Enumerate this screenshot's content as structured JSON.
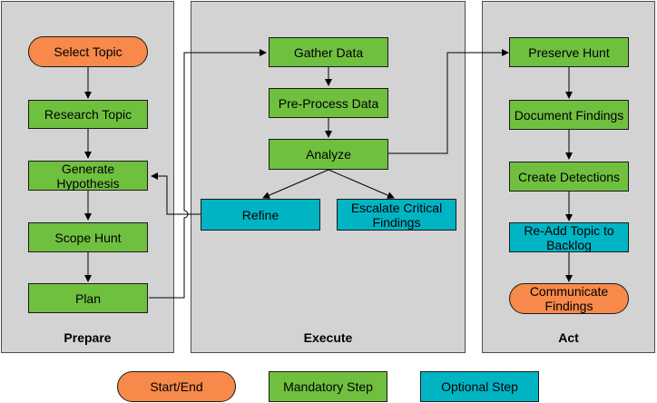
{
  "lanes": {
    "prepare": "Prepare",
    "execute": "Execute",
    "act": "Act"
  },
  "prepare": {
    "select_topic": "Select Topic",
    "research_topic": "Research Topic",
    "generate_hypothesis": "Generate Hypothesis",
    "scope_hunt": "Scope Hunt",
    "plan": "Plan"
  },
  "execute": {
    "gather_data": "Gather Data",
    "pre_process_data": "Pre-Process Data",
    "analyze": "Analyze",
    "refine": "Refine",
    "escalate": "Escalate Critical Findings"
  },
  "act": {
    "preserve_hunt": "Preserve Hunt",
    "document_findings": "Document Findings",
    "create_detections": "Create Detections",
    "readd_topic": "Re-Add Topic to Backlog",
    "communicate_findings": "Communicate Findings"
  },
  "legend": {
    "start_end": "Start/End",
    "mandatory": "Mandatory Step",
    "optional": "Optional Step"
  },
  "colors": {
    "start_end": "#f7894a",
    "mandatory": "#70c040",
    "optional": "#00b4c4",
    "lane": "#d3d3d3"
  }
}
